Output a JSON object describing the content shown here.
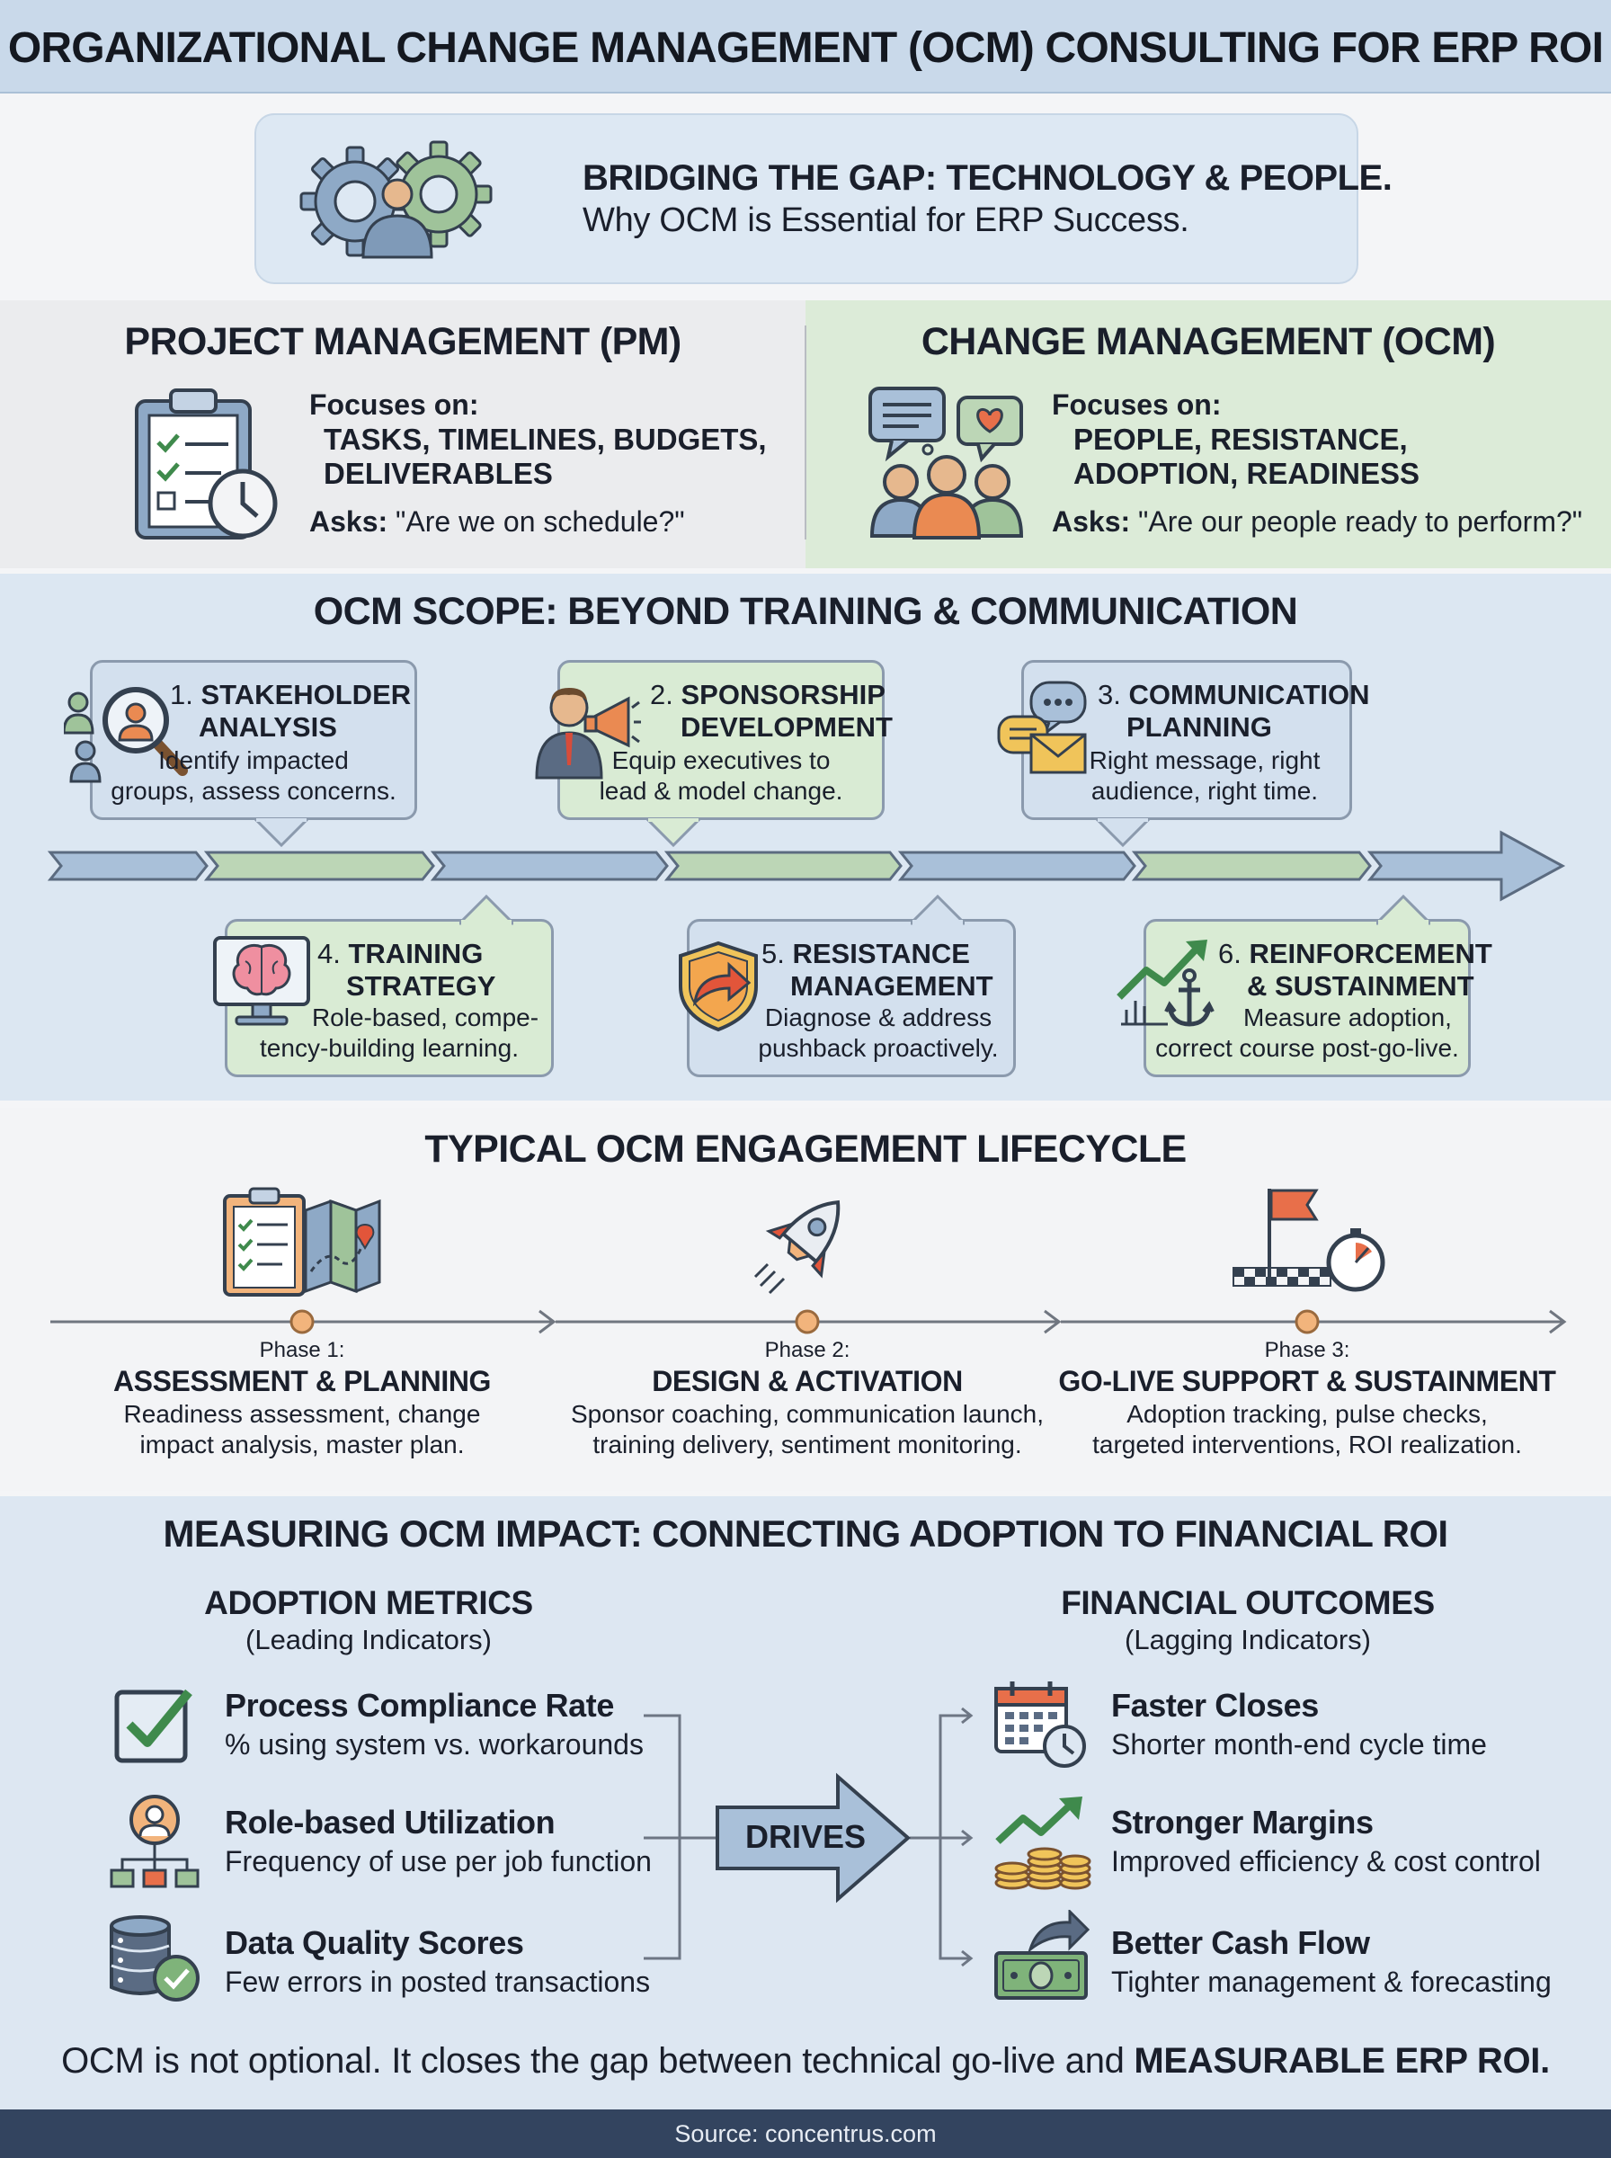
{
  "title": "ORGANIZATIONAL CHANGE MANAGEMENT (OCM) CONSULTING FOR ERP ROI",
  "intro": {
    "heading": "BRIDGING THE GAP: TECHNOLOGY & PEOPLE.",
    "subheading": "Why OCM is Essential for ERP Success."
  },
  "pm": {
    "heading": "PROJECT MANAGEMENT (PM)",
    "focus_label": "Focuses on:",
    "focus_line1": "TASKS, TIMELINES, BUDGETS,",
    "focus_line2": "DELIVERABLES",
    "asks_label": "Asks:",
    "asks_text": "\"Are we on schedule?\""
  },
  "ocm": {
    "heading": "CHANGE MANAGEMENT (OCM)",
    "focus_label": "Focuses on:",
    "focus_line1": "PEOPLE, RESISTANCE,",
    "focus_line2": "ADOPTION, READINESS",
    "asks_label": "Asks:",
    "asks_text": "\"Are our people ready to perform?\""
  },
  "scope": {
    "heading": "OCM SCOPE: BEYOND TRAINING & COMMUNICATION",
    "steps": [
      {
        "num": "1.",
        "title1": "STAKEHOLDER",
        "title2": "ANALYSIS",
        "desc1": "Identify impacted",
        "desc2": "groups, assess concerns."
      },
      {
        "num": "2.",
        "title1": "SPONSORSHIP",
        "title2": "DEVELOPMENT",
        "desc1": "Equip executives to",
        "desc2": "lead & model change."
      },
      {
        "num": "3.",
        "title1": "COMMUNICATION",
        "title2": "PLANNING",
        "desc1": "Right message, right",
        "desc2": "audience, right time."
      },
      {
        "num": "4.",
        "title1": "TRAINING",
        "title2": "STRATEGY",
        "desc1": "Role-based, compe-",
        "desc2": "tency-building learning."
      },
      {
        "num": "5.",
        "title1": "RESISTANCE",
        "title2": "MANAGEMENT",
        "desc1": "Diagnose & address",
        "desc2": "pushback proactively."
      },
      {
        "num": "6.",
        "title1": "REINFORCEMENT",
        "title2": "& SUSTAINMENT",
        "desc1": "Measure adoption,",
        "desc2": "correct course post-go-live."
      }
    ]
  },
  "lifecycle": {
    "heading": "TYPICAL OCM ENGAGEMENT LIFECYCLE",
    "phases": [
      {
        "label": "Phase 1:",
        "title": "ASSESSMENT & PLANNING",
        "desc1": "Readiness assessment, change",
        "desc2": "impact analysis, master plan."
      },
      {
        "label": "Phase 2:",
        "title": "DESIGN & ACTIVATION",
        "desc1": "Sponsor coaching, communication launch,",
        "desc2": "training delivery, sentiment monitoring."
      },
      {
        "label": "Phase 3:",
        "title": "GO-LIVE SUPPORT & SUSTAINMENT",
        "desc1": "Adoption tracking, pulse checks,",
        "desc2": "targeted interventions, ROI realization."
      }
    ]
  },
  "measure": {
    "heading": "MEASURING OCM IMPACT: CONNECTING ADOPTION TO FINANCIAL ROI",
    "left_heading": "ADOPTION METRICS",
    "left_sub": "(Leading Indicators)",
    "right_heading": "FINANCIAL OUTCOMES",
    "right_sub": "(Lagging Indicators)",
    "drives": "DRIVES",
    "adoption": [
      {
        "title": "Process Compliance Rate",
        "desc": "% using system vs. workarounds"
      },
      {
        "title": "Role-based Utilization",
        "desc": "Frequency of use per job function"
      },
      {
        "title": "Data Quality Scores",
        "desc": "Few errors in posted transactions"
      }
    ],
    "financial": [
      {
        "title": "Faster Closes",
        "desc": "Shorter month-end cycle time"
      },
      {
        "title": "Stronger Margins",
        "desc": "Improved efficiency & cost control"
      },
      {
        "title": "Better Cash Flow",
        "desc": "Tighter management & forecasting"
      }
    ]
  },
  "conclusion": {
    "text": "OCM is not optional. It closes the gap between technical go-live and ",
    "emphasis": "MEASURABLE ERP ROI."
  },
  "source": "Source: concentrus.com",
  "colors": {
    "blue_fill": "#d3e0ee",
    "green_fill": "#d9ebd4",
    "header_blue": "#c9d9ea",
    "footer_navy": "#33445f",
    "orange_accent": "#ea8a52"
  }
}
